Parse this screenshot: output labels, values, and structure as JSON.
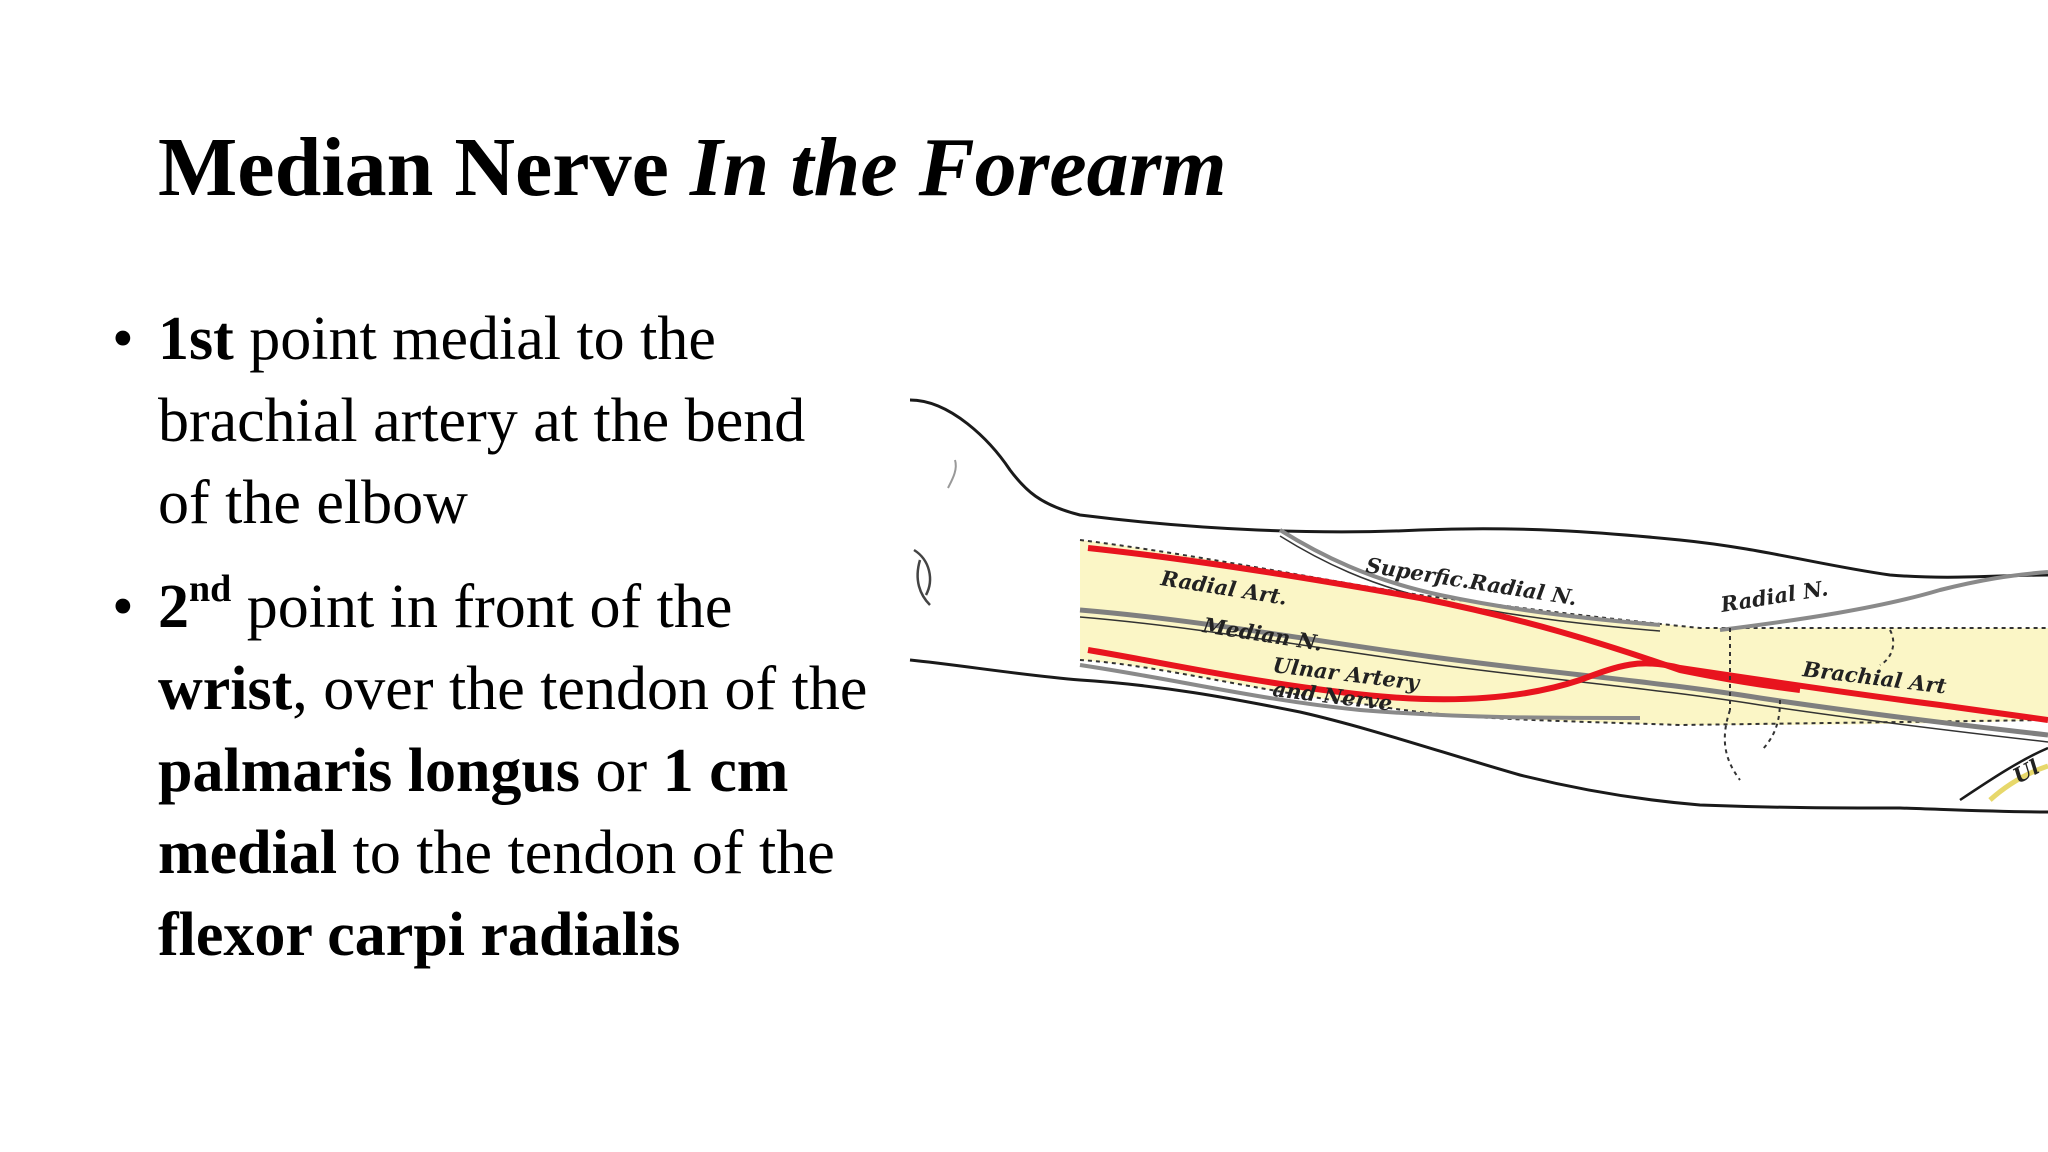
{
  "slide": {
    "title_bold": "Median Nerve",
    "title_italic": "In the Forearm"
  },
  "bullets": [
    {
      "bullet_char": "•",
      "b1_bold_1": "1st",
      "b1_text_1": " point medial to the brachial artery at the bend of the elbow"
    },
    {
      "bullet_char": "•",
      "b2_bold_1": "2",
      "b2_sup": "nd",
      "b2_text_1": " point in front of the ",
      "b2_bold_2": "wrist",
      "b2_text_2": ", over the tendon of the ",
      "b2_bold_3": "palmaris longus",
      "b2_text_3": " or ",
      "b2_bold_4": "1 cm medial",
      "b2_text_4": " to the tendon of the ",
      "b2_bold_5": "flexor carpi radialis"
    }
  ],
  "diagram": {
    "labels": {
      "radial_art": "Radial Art.",
      "superfic_radial_n": "Superfic.Radial N.",
      "radial_n": "Radial N.",
      "median_n": "Median N.",
      "ulnar_artery": "Ulnar Artery",
      "and_nerve": "and Nerve",
      "brachial_art": "Brachial Art",
      "ul_fragment": "Ul"
    },
    "colors": {
      "artery": "#e8141e",
      "nerve_fill": "#fbf6c6",
      "outline": "#1a1a1a"
    }
  }
}
